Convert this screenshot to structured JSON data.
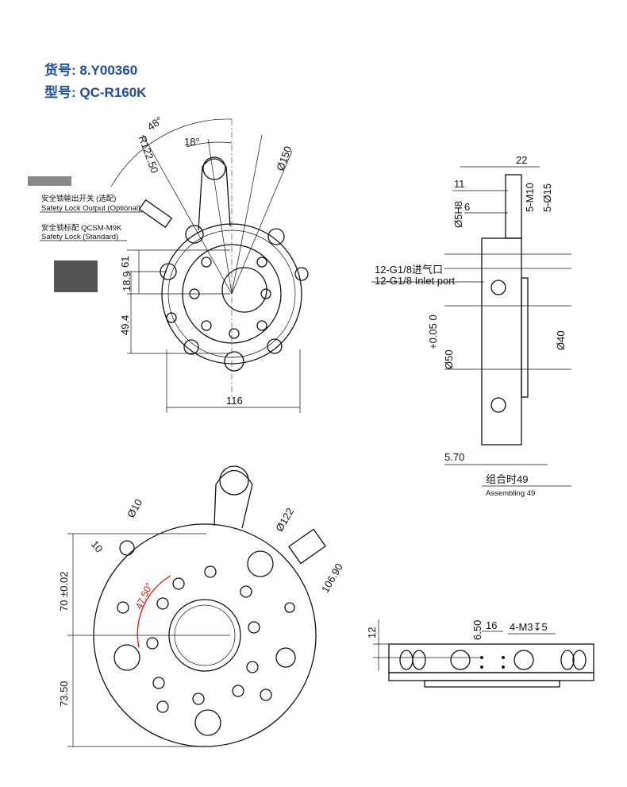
{
  "header": {
    "part_no": "货号: 8.Y00360",
    "model": "型号: QC-R160K"
  },
  "top_view": {
    "angle_48": "48°",
    "angle_18": "18°",
    "radius": "R122.50",
    "dia_150": "Ø150",
    "dim_61": "61",
    "dim_18_9": "18.9",
    "dim_49_4": "49.4",
    "dim_116": "116",
    "callout_output_cn": "安全锁输出开关 (选配)",
    "callout_output_en": "Safety Lock Output (Optional)",
    "callout_lock_cn": "安全锁标配 QCSM-M9K",
    "callout_lock_en": "Safety Lock (Standard)"
  },
  "side_view": {
    "dim_22": "22",
    "dim_11": "11",
    "dim_6": "6",
    "dia_5h8": "Ø5H8",
    "m10": "5-M10",
    "dia_15": "5-Ø15",
    "inlet_cn": "12-G1/8进气口",
    "inlet_en": "12-G1/8 Inlet port",
    "tol": "+0.05  0",
    "dia_50": "Ø50",
    "dia_40": "Ø40",
    "dim_5_70": "5.70",
    "assembled_cn": "组合时49",
    "assembled_en": "Assembling 49"
  },
  "bottom_view": {
    "dia_10": "Ø10",
    "dim_10": "10",
    "dia_122": "Ø122",
    "dim_106_90": "106.90",
    "dim_70": "70 ±0.02",
    "angle_47_5": "47.50°",
    "dim_73_50": "73.50"
  },
  "front_view": {
    "dim_12": "12",
    "dim_6_50": "6.50",
    "dim_16": "16",
    "m3": "4-M3↧5"
  },
  "colors": {
    "header": "#1f4e9c",
    "angle_highlight": "#d01515"
  }
}
